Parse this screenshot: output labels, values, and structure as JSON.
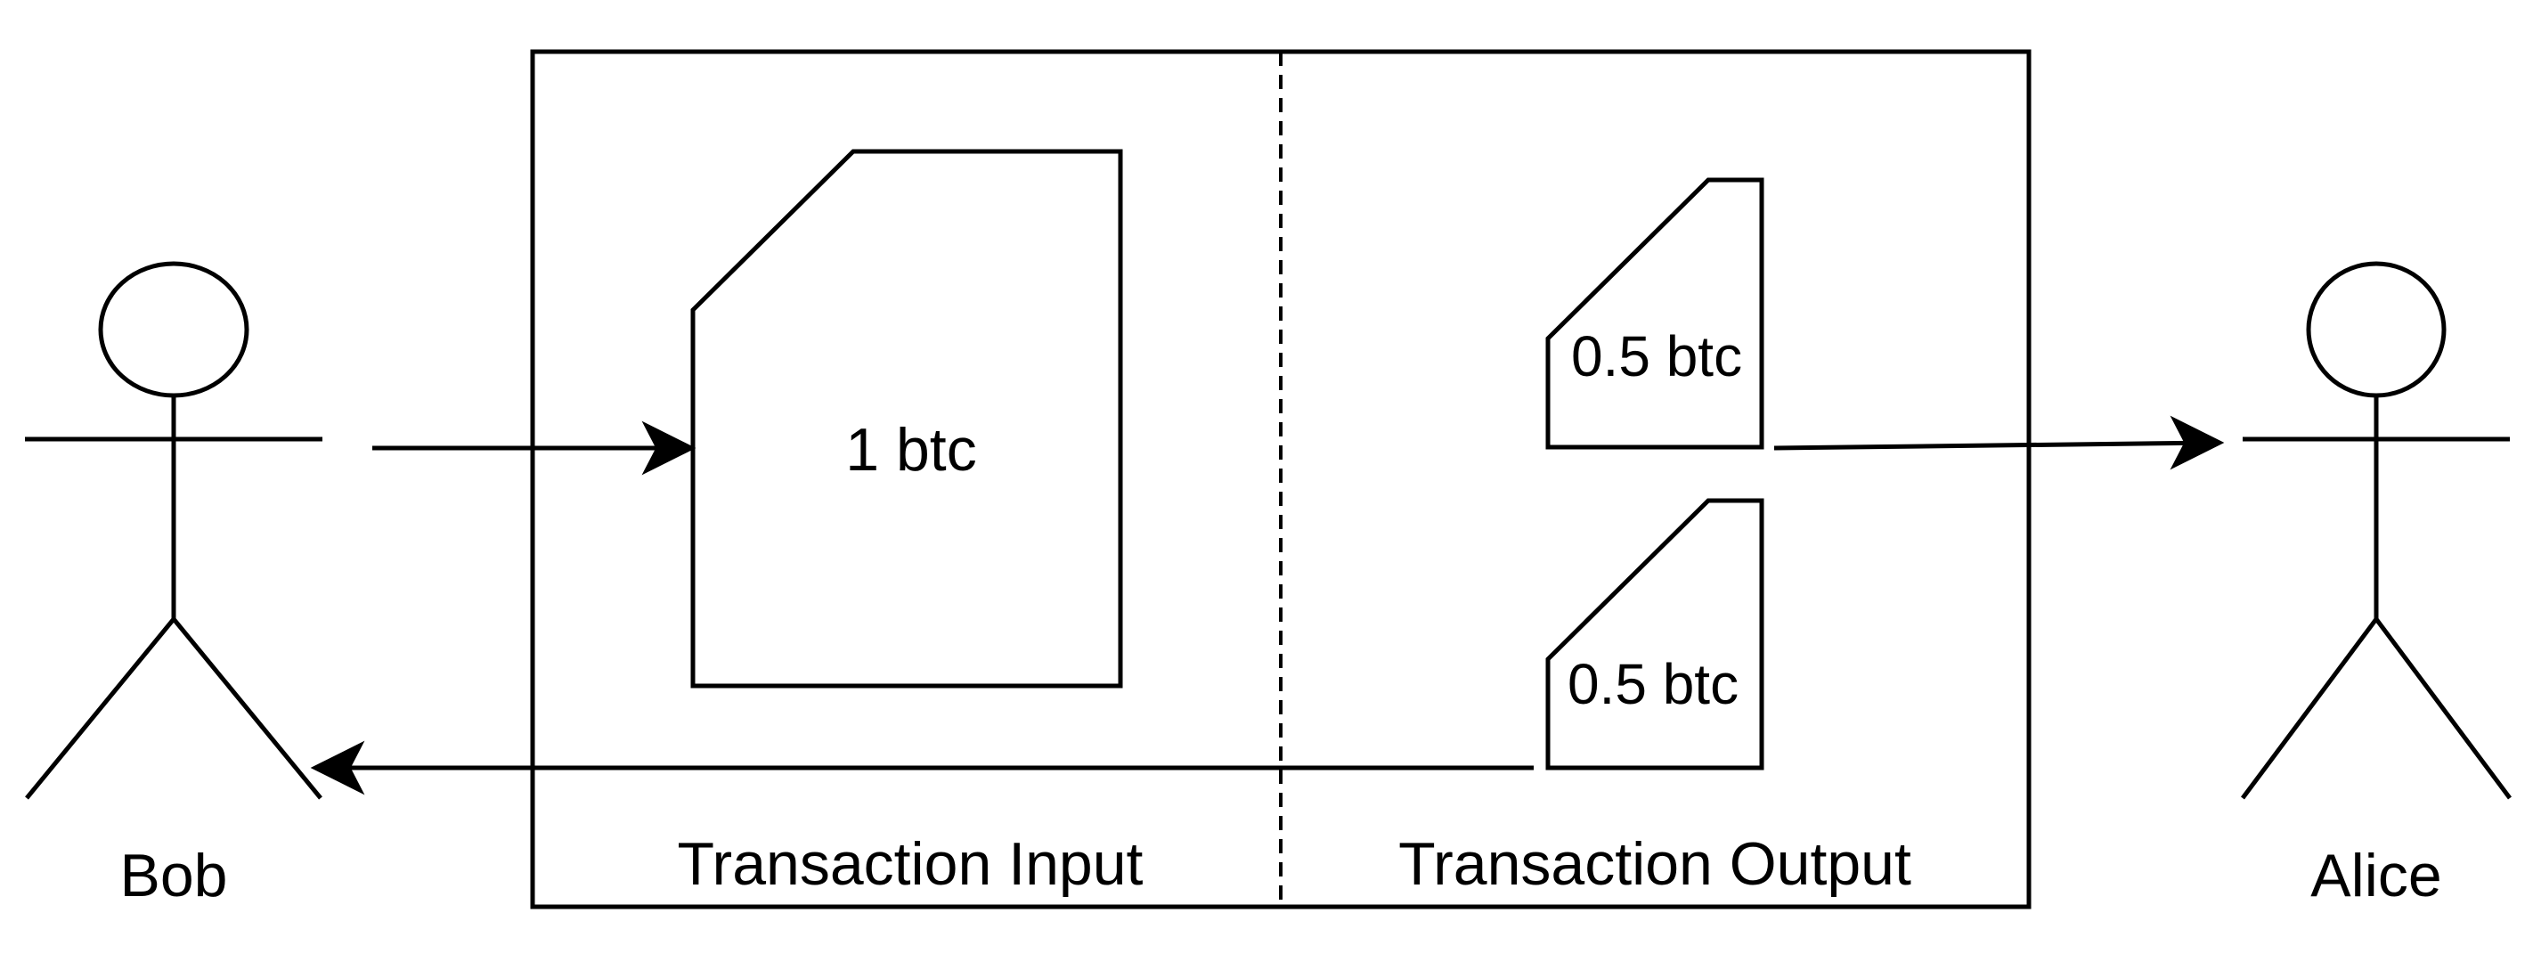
{
  "diagram": {
    "actors": {
      "left": {
        "name": "Bob"
      },
      "right": {
        "name": "Alice"
      }
    },
    "sections": {
      "input": {
        "label": "Transaction Input"
      },
      "output": {
        "label": "Transaction Output"
      }
    },
    "input_card": {
      "amount": "1 btc"
    },
    "output_cards": [
      {
        "amount": "0.5 btc"
      },
      {
        "amount": "0.5 btc"
      }
    ],
    "line_color": "#000000",
    "background_color": "#ffffff"
  }
}
